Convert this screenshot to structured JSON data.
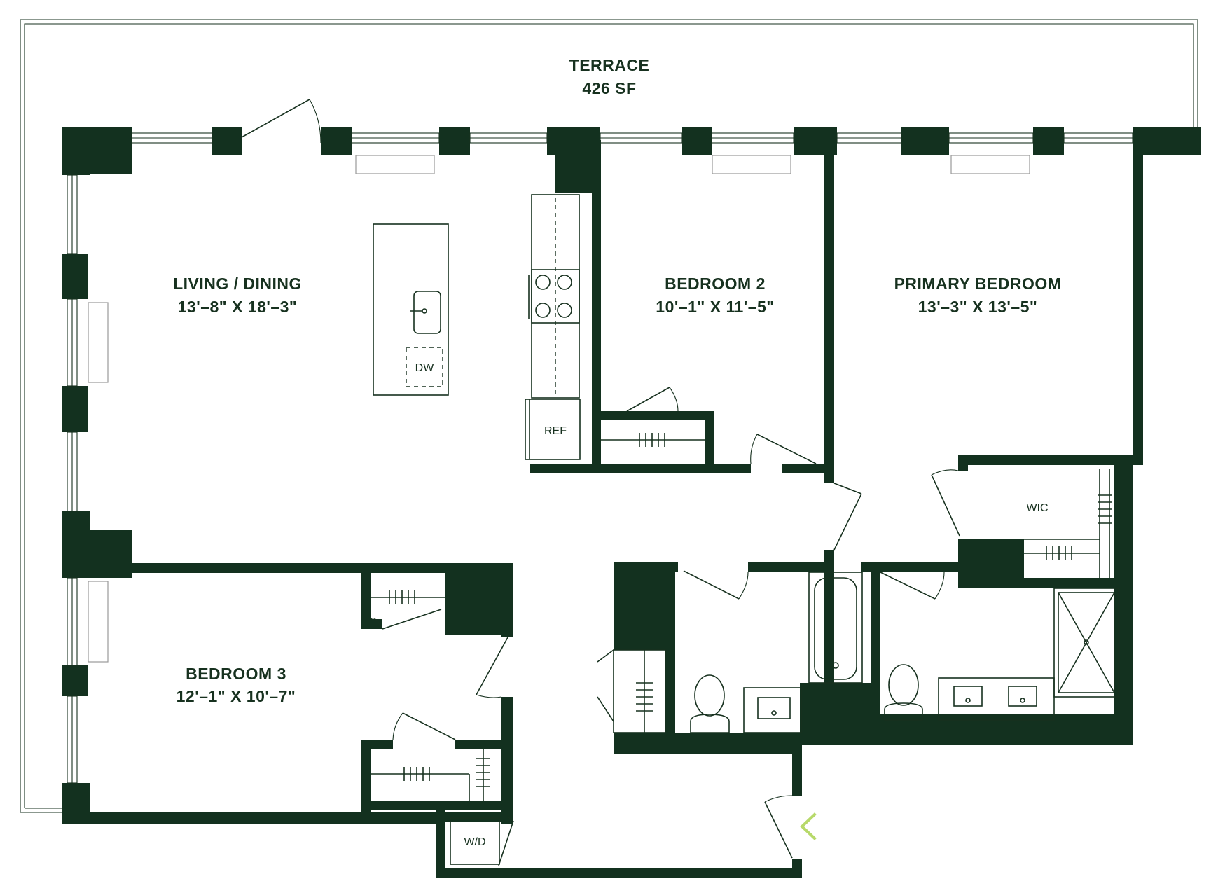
{
  "rooms": {
    "terrace": {
      "name": "TERRACE",
      "dim": "426 SF"
    },
    "living_dining": {
      "name": "LIVING / DINING",
      "dim": "13'–8\" X 18'–3\""
    },
    "bedroom_2": {
      "name": "BEDROOM 2",
      "dim": "10'–1\" X 11'–5\""
    },
    "primary_bedroom": {
      "name": "PRIMARY BEDROOM",
      "dim": "13'–3\" X 13'–5\""
    },
    "bedroom_3": {
      "name": "BEDROOM 3",
      "dim": "12'–1\" X 10'–7\""
    }
  },
  "fixtures": {
    "dishwasher": "DW",
    "refrigerator": "REF",
    "walk_in_closet": "WIC",
    "washer_dryer": "W/D"
  },
  "icons": {
    "entry": "entry-chevron-icon"
  },
  "colors": {
    "wall": "#13311f",
    "text": "#17311f",
    "entry_marker": "#b7d96a"
  }
}
